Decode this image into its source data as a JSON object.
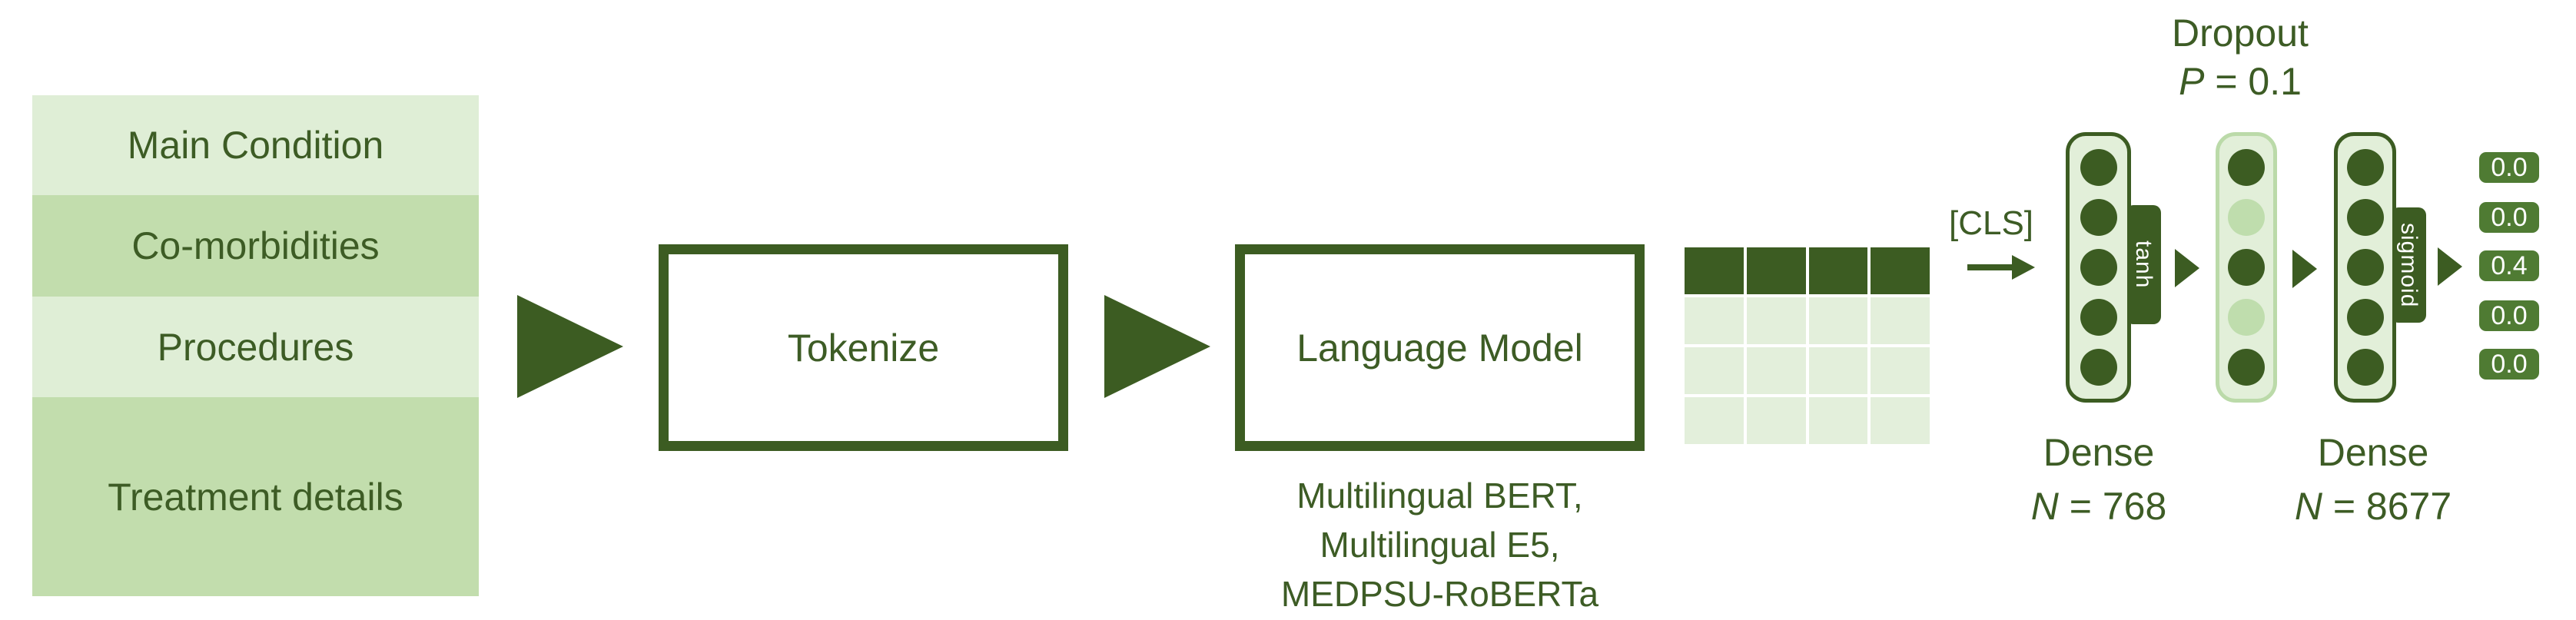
{
  "colors": {
    "dark_green": "#3C5C22",
    "text_green": "#3D5C25",
    "medium_green": "#C2DDAD",
    "light_green": "#DFEED6",
    "cell_green": "#E3EFDB",
    "capsule_fill": "#E2EFD9",
    "dropout_soft": "#BBDAA9",
    "chip_green": "#4F7B33"
  },
  "input_stack": {
    "items": [
      "Main Condition",
      "Co-morbidities",
      "Procedures",
      "Treatment details"
    ]
  },
  "tokenize": {
    "label": "Tokenize"
  },
  "language_model": {
    "label": "Language Model",
    "models": [
      "Multilingual BERT,",
      "Multilingual E5,",
      "MEDPSU-RoBERTa"
    ]
  },
  "embedding_table": {
    "rows": 4,
    "cols": 4,
    "header_row_dark": true
  },
  "cls": {
    "label": "[CLS]"
  },
  "layers": {
    "dense1": {
      "name": "Dense",
      "n_prefix": "N",
      "n_suffix": " = 768",
      "activation": "tanh",
      "units": 5
    },
    "dropout": {
      "title": "Dropout",
      "p_prefix": "P",
      "p_suffix": " = 0.1",
      "kept_pattern": [
        "kept",
        "dropped",
        "kept",
        "dropped",
        "kept"
      ]
    },
    "dense2": {
      "name": "Dense",
      "n_prefix": "N",
      "n_suffix": " = 8677",
      "activation": "sigmoid",
      "units": 5
    }
  },
  "outputs": {
    "values": [
      "0.0",
      "0.0",
      "0.4",
      "0.0",
      "0.0"
    ]
  }
}
